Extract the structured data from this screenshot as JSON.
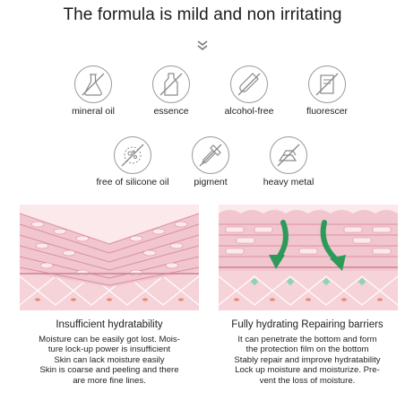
{
  "header": {
    "title": "The formula is mild and non irritating"
  },
  "icons": [
    {
      "name": "flask-icon",
      "label": "mineral oil"
    },
    {
      "name": "drop-bottle-icon",
      "label": "essence"
    },
    {
      "name": "test-tube-icon",
      "label": "alcohol-free"
    },
    {
      "name": "box-icon",
      "label": "fluorescer"
    },
    {
      "name": "silicone-bubbles-icon",
      "label": "free of silicone oil"
    },
    {
      "name": "dropper-icon",
      "label": "pigment"
    },
    {
      "name": "metal-bars-icon",
      "label": "heavy metal"
    }
  ],
  "left_panel": {
    "title": "Insufficient hydratability",
    "lines": [
      "Moisture can be easily got lost. Mois-",
      "ture lock-up power is insufficient",
      "Skin can lack moisture easily",
      "Skin is coarse and peeling and there",
      "are more fine lines."
    ]
  },
  "right_panel": {
    "title": "Fully hydrating Repairing barriers",
    "lines": [
      "It can penetrate the bottom and form",
      "the protection film on the bottom",
      "Stably repair and improve hydratability",
      "Lock up moisture and moisturize. Pre-",
      "vent the loss of moisture."
    ]
  },
  "colors": {
    "skin_pink": "#f2c6cf",
    "skin_light": "#f8dde2",
    "skin_line": "#d98fa0",
    "arrow_green": "#2e9a5a",
    "icon_stroke": "#8a8a8a"
  }
}
